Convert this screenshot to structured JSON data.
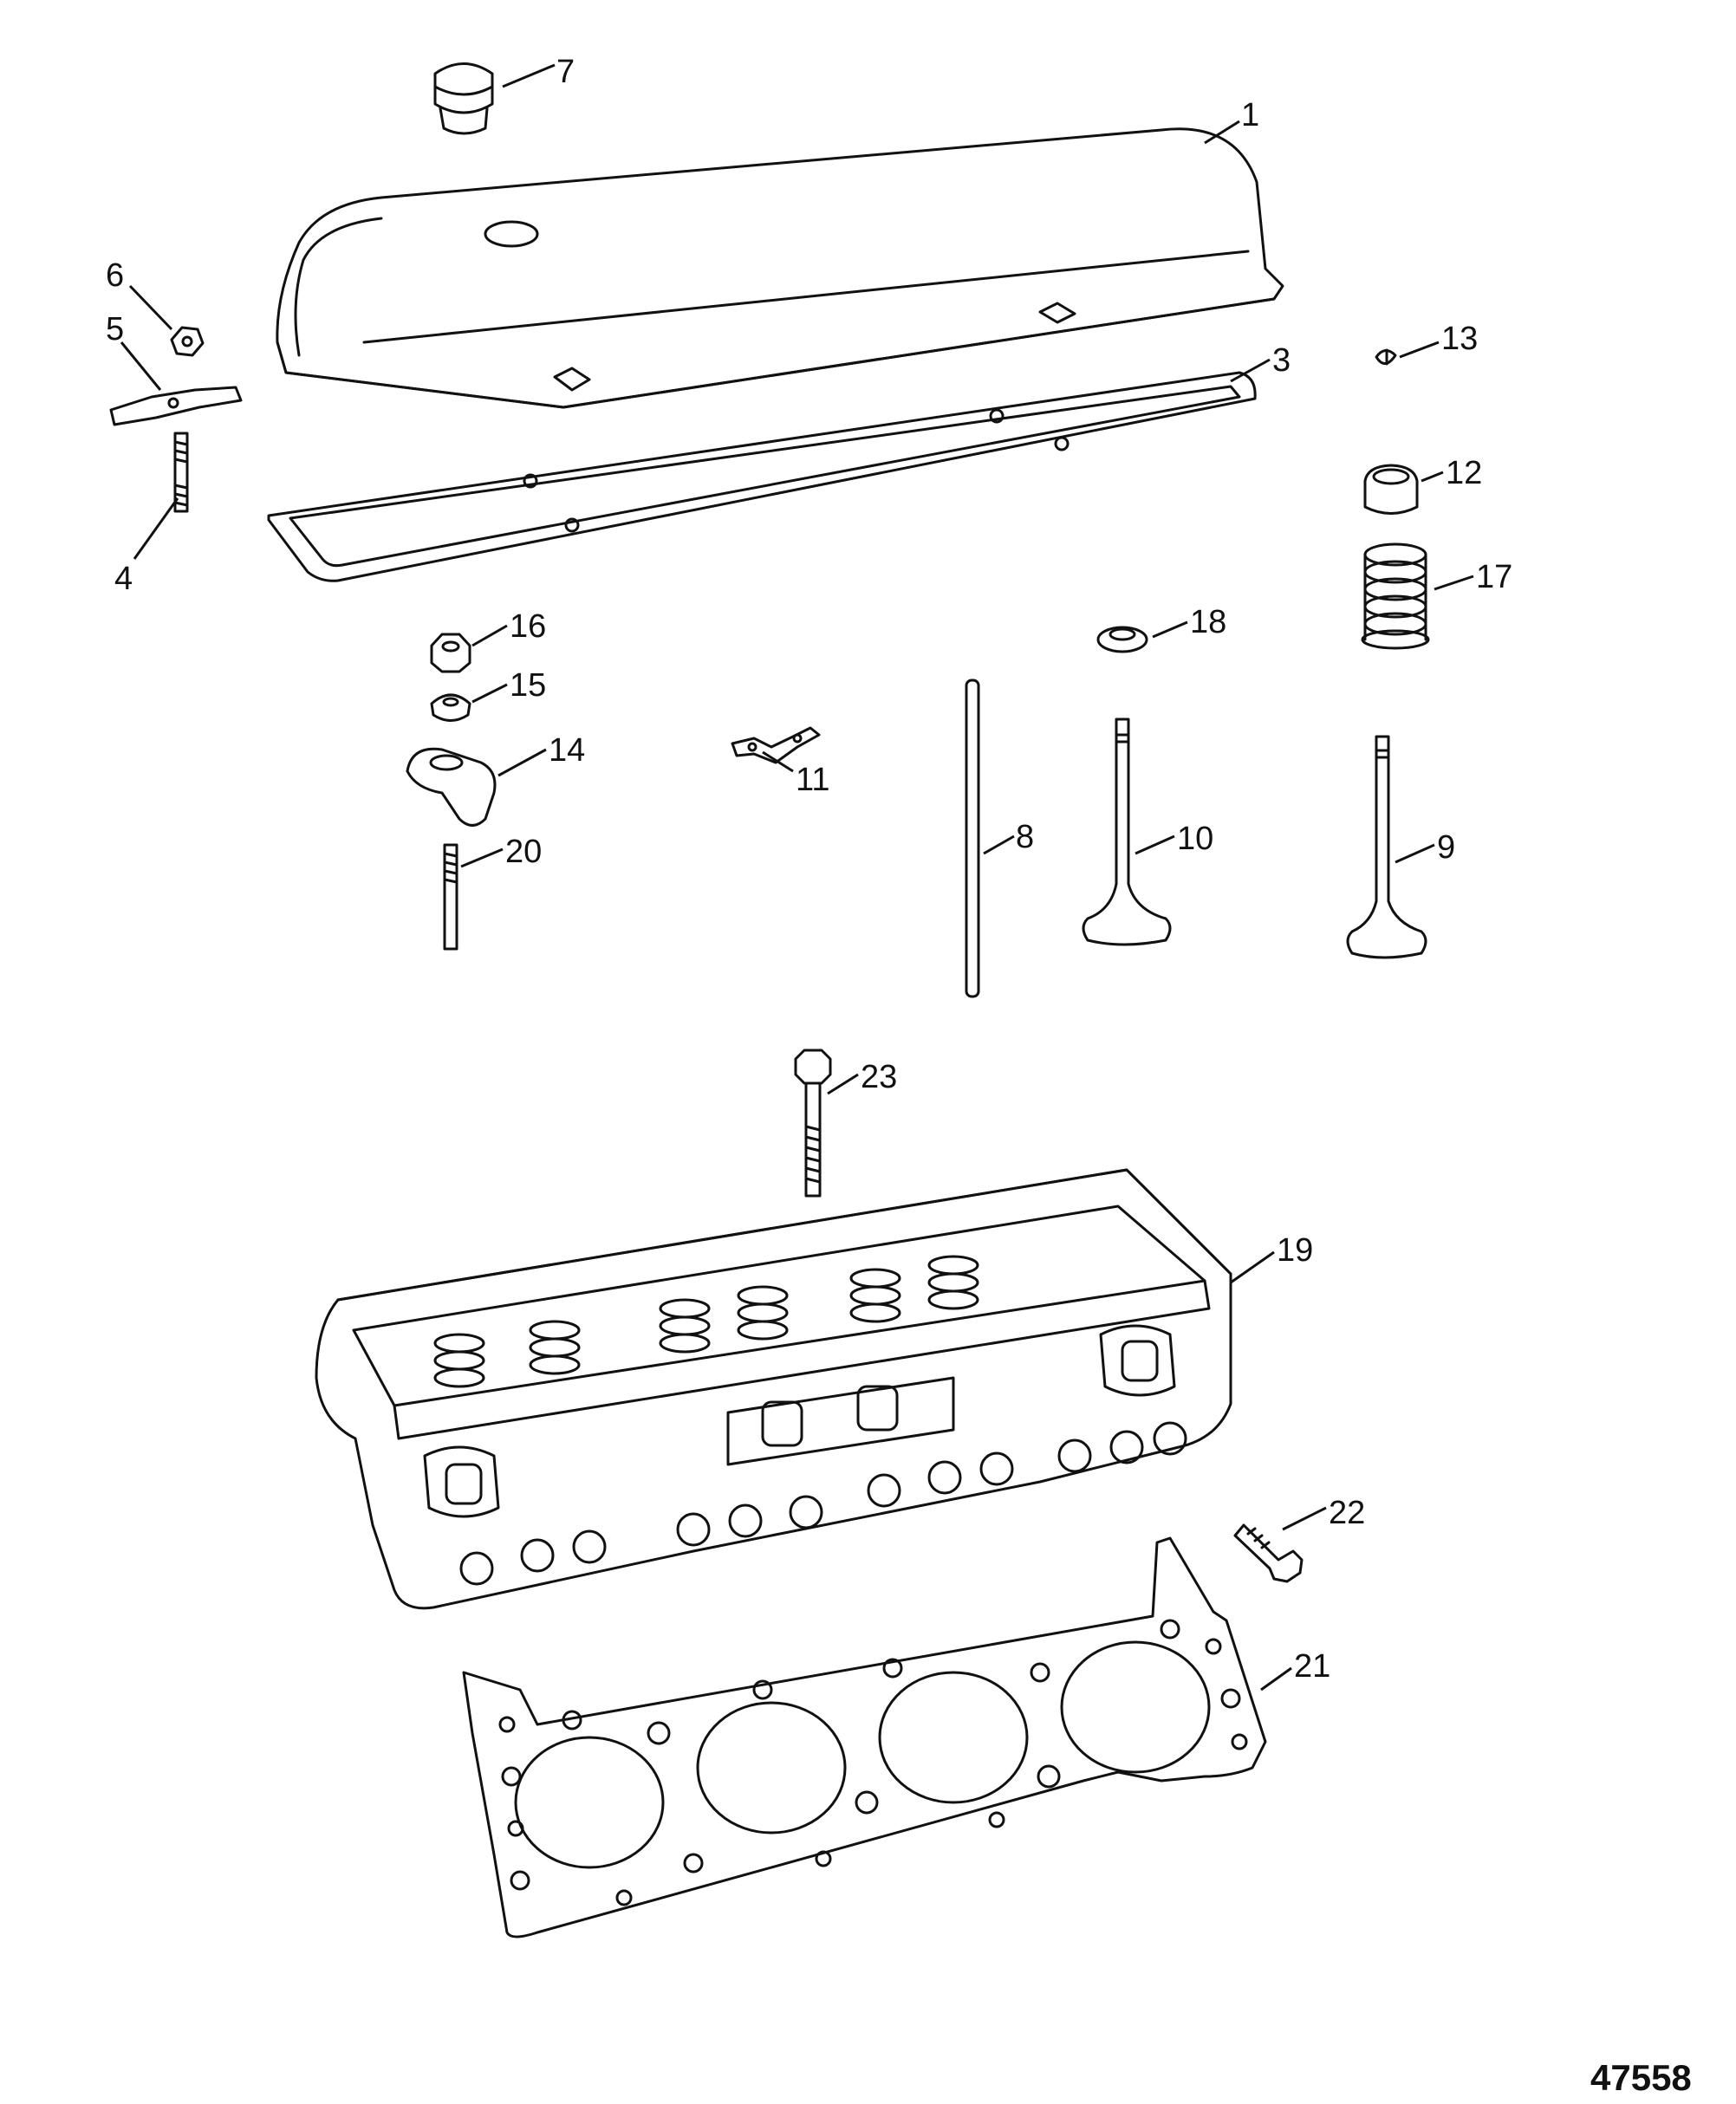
{
  "figure_number": "47558",
  "callouts": {
    "c1": "1",
    "c3": "3",
    "c4": "4",
    "c5": "5",
    "c6": "6",
    "c7": "7",
    "c8": "8",
    "c9": "9",
    "c10": "10",
    "c11": "11",
    "c12": "12",
    "c13": "13",
    "c14": "14",
    "c15": "15",
    "c16": "16",
    "c17": "17",
    "c18": "18",
    "c19": "19",
    "c20": "20",
    "c21": "21",
    "c22": "22",
    "c23": "23"
  }
}
